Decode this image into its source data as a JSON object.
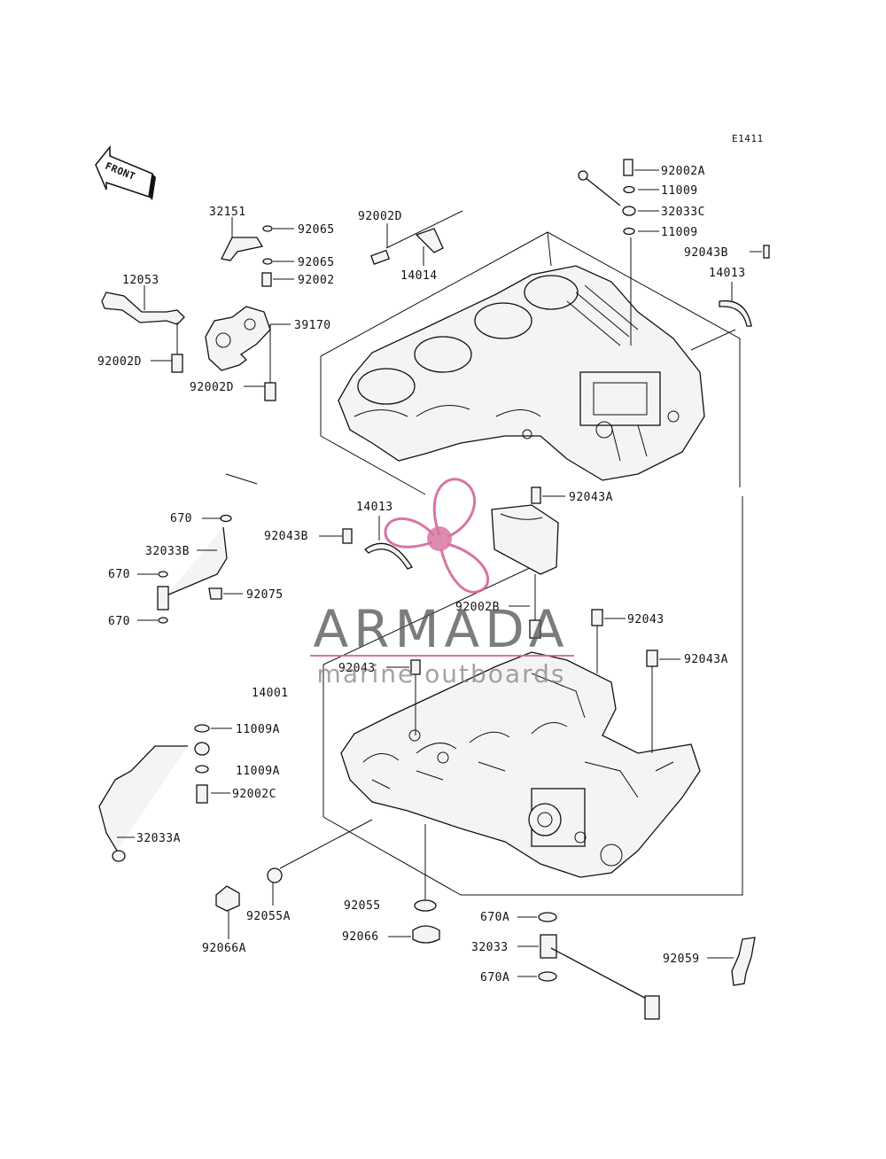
{
  "diagram_code": "E1411",
  "front_label": "FRONT",
  "watermark": {
    "brand": "ARMADA",
    "tagline": "marine outboards",
    "color": "#d4669a"
  },
  "part_labels": [
    "92002A",
    "11009",
    "32033C",
    "11009",
    "92043B",
    "14013",
    "32151",
    "92065",
    "92065",
    "92002",
    "92002D",
    "14014",
    "12053",
    "39170",
    "92002D",
    "92002D",
    "14013",
    "92043B",
    "92043A",
    "670",
    "32033B",
    "670",
    "92075",
    "670",
    "92002B",
    "92043",
    "92043",
    "92043A",
    "14001",
    "11009A",
    "11009A",
    "92002C",
    "32033A",
    "92055A",
    "92055",
    "92066",
    "92066A",
    "670A",
    "32033",
    "670A",
    "92059"
  ]
}
